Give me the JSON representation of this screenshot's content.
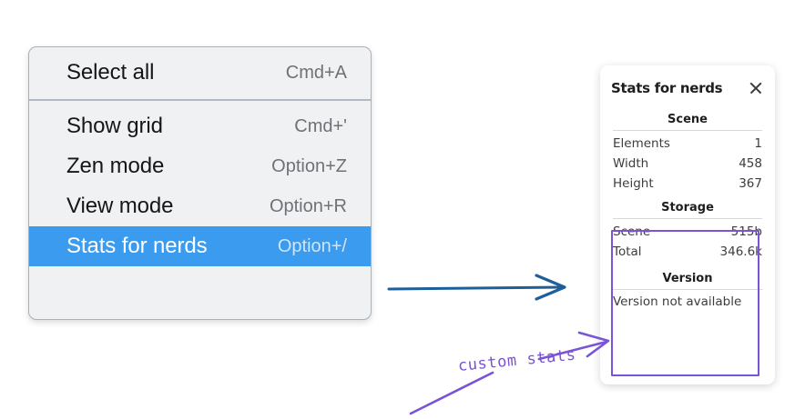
{
  "context_menu": {
    "name": "canvas-context-menu",
    "groups": [
      {
        "items": [
          {
            "label": "Select all",
            "shortcut": "Cmd+A",
            "selected": false
          }
        ]
      },
      {
        "items": [
          {
            "label": "Show grid",
            "shortcut": "Cmd+'",
            "selected": false
          },
          {
            "label": "Zen mode",
            "shortcut": "Option+Z",
            "selected": false
          },
          {
            "label": "View mode",
            "shortcut": "Option+R",
            "selected": false
          },
          {
            "label": "Stats for nerds",
            "shortcut": "Option+/",
            "selected": true
          }
        ]
      }
    ],
    "selection_color": "#3b9bee"
  },
  "stats_panel": {
    "title": "Stats for nerds",
    "close_icon": "close-icon",
    "sections": [
      {
        "heading": "Scene",
        "rows": [
          {
            "key": "Elements",
            "value": "1"
          },
          {
            "key": "Width",
            "value": "458"
          },
          {
            "key": "Height",
            "value": "367"
          }
        ]
      },
      {
        "heading": "Storage",
        "rows": [
          {
            "key": "Scene",
            "value": "515b"
          },
          {
            "key": "Total",
            "value": "346.6k"
          }
        ]
      },
      {
        "heading": "Version",
        "note": "Version not available",
        "rows": []
      }
    ]
  },
  "annotations": {
    "callout_text": "custom stats",
    "callout_color": "#7b53d6",
    "arrow_color": "#1f5f99",
    "highlight_color": "#7b53d6"
  }
}
